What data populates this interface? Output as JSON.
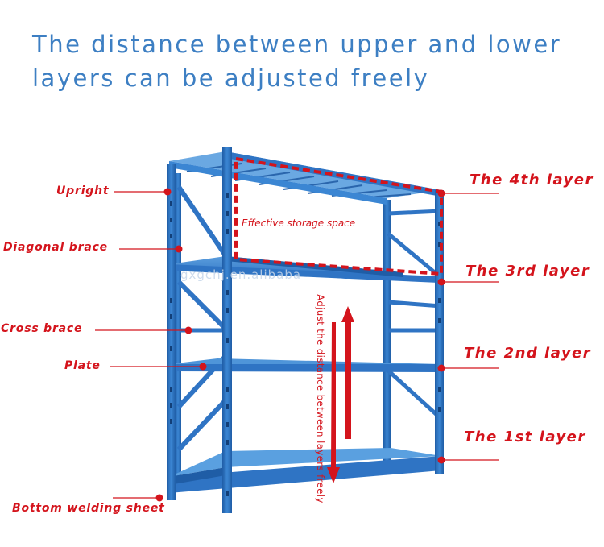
{
  "headline": {
    "line1": "The distance between upper and lower",
    "line2": "layers can be adjusted freely"
  },
  "parts": {
    "upright": "Upright",
    "diagonal_brace": "Diagonal brace",
    "cross_brace": "Cross brace",
    "plate": "Plate",
    "bottom_welding_sheet": "Bottom welding sheet"
  },
  "layers": {
    "layer4": "The 4th layer",
    "layer3": "The 3rd layer",
    "layer2": "The 2nd layer",
    "layer1": "The 1st layer"
  },
  "effective_space": "Effective storage space",
  "adjust_note": "Adjust the distance between layers freely",
  "watermark": "gxgchj.en.alibaba",
  "colors": {
    "headline": "#3d7fc3",
    "annotation": "#d4141c",
    "frame": "#2f74c4",
    "frame_dark": "#1f5da6",
    "shelf": "#3e87d0"
  }
}
